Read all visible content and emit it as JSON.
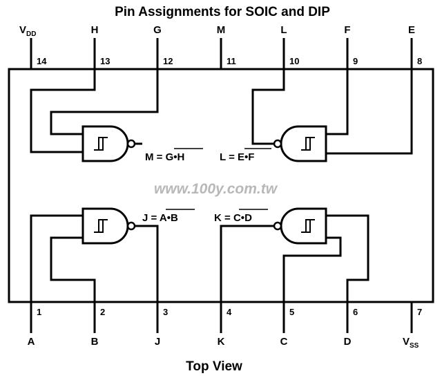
{
  "title": "Pin Assignments for SOIC and DIP",
  "footer": "Top View",
  "watermark": "www.100y.com.tw",
  "top_pins": [
    {
      "num": "14",
      "label": "V",
      "sub": "DD"
    },
    {
      "num": "13",
      "label": "H"
    },
    {
      "num": "12",
      "label": "G"
    },
    {
      "num": "11",
      "label": "M"
    },
    {
      "num": "10",
      "label": "L"
    },
    {
      "num": "9",
      "label": "F"
    },
    {
      "num": "8",
      "label": "E"
    }
  ],
  "bottom_pins": [
    {
      "num": "1",
      "label": "A"
    },
    {
      "num": "2",
      "label": "B"
    },
    {
      "num": "3",
      "label": "J"
    },
    {
      "num": "4",
      "label": "K"
    },
    {
      "num": "5",
      "label": "C"
    },
    {
      "num": "6",
      "label": "D"
    },
    {
      "num": "7",
      "label": "V",
      "sub": "SS"
    }
  ],
  "equations": [
    {
      "out": "M",
      "in1": "G",
      "in2": "H"
    },
    {
      "out": "L",
      "in1": "E",
      "in2": "F"
    },
    {
      "out": "J",
      "in1": "A",
      "in2": "B"
    },
    {
      "out": "K",
      "in1": "C",
      "in2": "D"
    }
  ],
  "equation_symbols": {
    "equals": "=",
    "dot": "•"
  }
}
